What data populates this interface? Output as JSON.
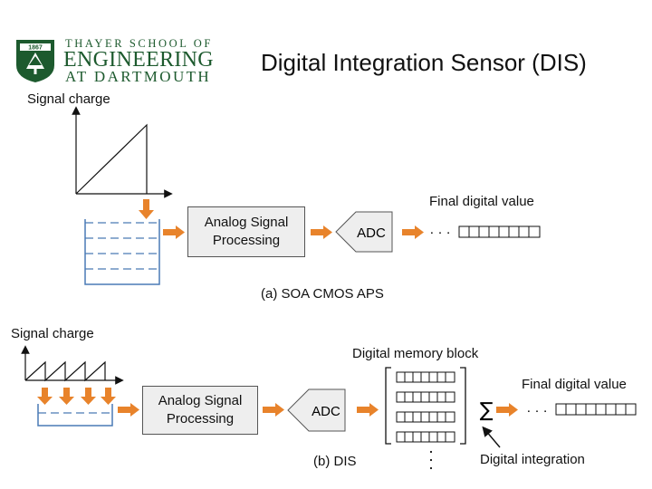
{
  "header": {
    "logo": {
      "year": "1867",
      "line1": "THAYER SCHOOL OF",
      "line2": "ENGINEERING",
      "line3": "AT DARTMOUTH"
    },
    "title": "Digital Integration Sensor (DIS)"
  },
  "colors": {
    "arrow": "#e8832b",
    "well": "#4a7ab5",
    "brand_green": "#1d5a2e",
    "box_fill": "#eeeeee"
  },
  "diagram_a": {
    "signal_label": "Signal charge",
    "asp_line1": "Analog Signal",
    "asp_line2": "Processing",
    "adc": "ADC",
    "final_label": "Final digital value",
    "dots": "· · ·",
    "caption": "(a) SOA CMOS APS"
  },
  "diagram_b": {
    "signal_label": "Signal charge",
    "asp_line1": "Analog Signal",
    "asp_line2": "Processing",
    "adc": "ADC",
    "memory_label": "Digital memory block",
    "sigma": "∑",
    "dots": "· · ·",
    "final_label": "Final digital value",
    "integration_label": "Digital integration",
    "caption": "(b) DIS"
  }
}
